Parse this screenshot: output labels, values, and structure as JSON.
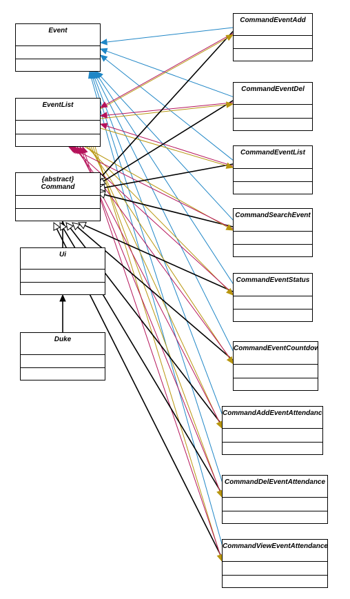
{
  "diagram": {
    "colors": {
      "blue": "#1f86c6",
      "magenta": "#b5135a",
      "gold": "#b8960f",
      "black": "#000000"
    },
    "classes": [
      {
        "id": "event",
        "name": "Event",
        "abstract_tag": ""
      },
      {
        "id": "eventlist",
        "name": "EventList",
        "abstract_tag": ""
      },
      {
        "id": "command",
        "name": "Command",
        "abstract_tag": "{abstract}"
      },
      {
        "id": "ui",
        "name": "Ui",
        "abstract_tag": ""
      },
      {
        "id": "duke",
        "name": "Duke",
        "abstract_tag": ""
      },
      {
        "id": "add",
        "name": "CommandEventAdd",
        "abstract_tag": ""
      },
      {
        "id": "del",
        "name": "CommandEventDel",
        "abstract_tag": ""
      },
      {
        "id": "list",
        "name": "CommandEventList",
        "abstract_tag": ""
      },
      {
        "id": "search",
        "name": "CommandSearchEvent",
        "abstract_tag": ""
      },
      {
        "id": "status",
        "name": "CommandEventStatus",
        "abstract_tag": ""
      },
      {
        "id": "countdown",
        "name": "CommandEventCountdown",
        "abstract_tag": ""
      },
      {
        "id": "addatt",
        "name": "CommandAddEventAttendance",
        "abstract_tag": ""
      },
      {
        "id": "delatt",
        "name": "CommandDelEventAttendance",
        "abstract_tag": ""
      },
      {
        "id": "viewatt",
        "name": "CommandViewEventAttendance",
        "abstract_tag": ""
      }
    ],
    "relations": [
      {
        "from": "ui",
        "to": "command",
        "kind": "association",
        "color": "black"
      },
      {
        "from": "duke",
        "to": "ui",
        "kind": "association",
        "color": "black"
      },
      {
        "from": "add",
        "to": "event",
        "kind": "dependency",
        "color": "blue"
      },
      {
        "from": "add",
        "to": "eventlist",
        "kind": "dependency",
        "color": "magenta"
      },
      {
        "from": "eventlist",
        "to": "add",
        "kind": "dependency",
        "color": "gold"
      },
      {
        "from": "add",
        "to": "command",
        "kind": "generalization",
        "color": "black"
      },
      {
        "from": "del",
        "to": "event",
        "kind": "dependency",
        "color": "blue"
      },
      {
        "from": "del",
        "to": "eventlist",
        "kind": "dependency",
        "color": "magenta"
      },
      {
        "from": "eventlist",
        "to": "del",
        "kind": "dependency",
        "color": "gold"
      },
      {
        "from": "del",
        "to": "command",
        "kind": "generalization",
        "color": "black"
      },
      {
        "from": "list",
        "to": "event",
        "kind": "dependency",
        "color": "blue"
      },
      {
        "from": "list",
        "to": "eventlist",
        "kind": "dependency",
        "color": "magenta"
      },
      {
        "from": "eventlist",
        "to": "list",
        "kind": "dependency",
        "color": "gold"
      },
      {
        "from": "list",
        "to": "command",
        "kind": "generalization",
        "color": "black"
      },
      {
        "from": "search",
        "to": "event",
        "kind": "dependency",
        "color": "blue"
      },
      {
        "from": "search",
        "to": "eventlist",
        "kind": "dependency",
        "color": "magenta"
      },
      {
        "from": "eventlist",
        "to": "search",
        "kind": "dependency",
        "color": "gold"
      },
      {
        "from": "search",
        "to": "command",
        "kind": "generalization",
        "color": "black"
      },
      {
        "from": "status",
        "to": "event",
        "kind": "dependency",
        "color": "blue"
      },
      {
        "from": "status",
        "to": "eventlist",
        "kind": "dependency",
        "color": "magenta"
      },
      {
        "from": "eventlist",
        "to": "status",
        "kind": "dependency",
        "color": "gold"
      },
      {
        "from": "status",
        "to": "command",
        "kind": "generalization",
        "color": "black"
      },
      {
        "from": "countdown",
        "to": "event",
        "kind": "dependency",
        "color": "blue"
      },
      {
        "from": "countdown",
        "to": "eventlist",
        "kind": "dependency",
        "color": "magenta"
      },
      {
        "from": "eventlist",
        "to": "countdown",
        "kind": "dependency",
        "color": "gold"
      },
      {
        "from": "countdown",
        "to": "command",
        "kind": "generalization",
        "color": "black"
      },
      {
        "from": "addatt",
        "to": "event",
        "kind": "dependency",
        "color": "blue"
      },
      {
        "from": "addatt",
        "to": "eventlist",
        "kind": "dependency",
        "color": "magenta"
      },
      {
        "from": "eventlist",
        "to": "addatt",
        "kind": "dependency",
        "color": "gold"
      },
      {
        "from": "addatt",
        "to": "command",
        "kind": "generalization",
        "color": "black"
      },
      {
        "from": "delatt",
        "to": "event",
        "kind": "dependency",
        "color": "blue"
      },
      {
        "from": "delatt",
        "to": "eventlist",
        "kind": "dependency",
        "color": "magenta"
      },
      {
        "from": "eventlist",
        "to": "delatt",
        "kind": "dependency",
        "color": "gold"
      },
      {
        "from": "delatt",
        "to": "command",
        "kind": "generalization",
        "color": "black"
      },
      {
        "from": "viewatt",
        "to": "event",
        "kind": "dependency",
        "color": "blue"
      },
      {
        "from": "viewatt",
        "to": "eventlist",
        "kind": "dependency",
        "color": "magenta"
      },
      {
        "from": "eventlist",
        "to": "viewatt",
        "kind": "dependency",
        "color": "gold"
      },
      {
        "from": "viewatt",
        "to": "command",
        "kind": "generalization",
        "color": "black"
      }
    ]
  }
}
